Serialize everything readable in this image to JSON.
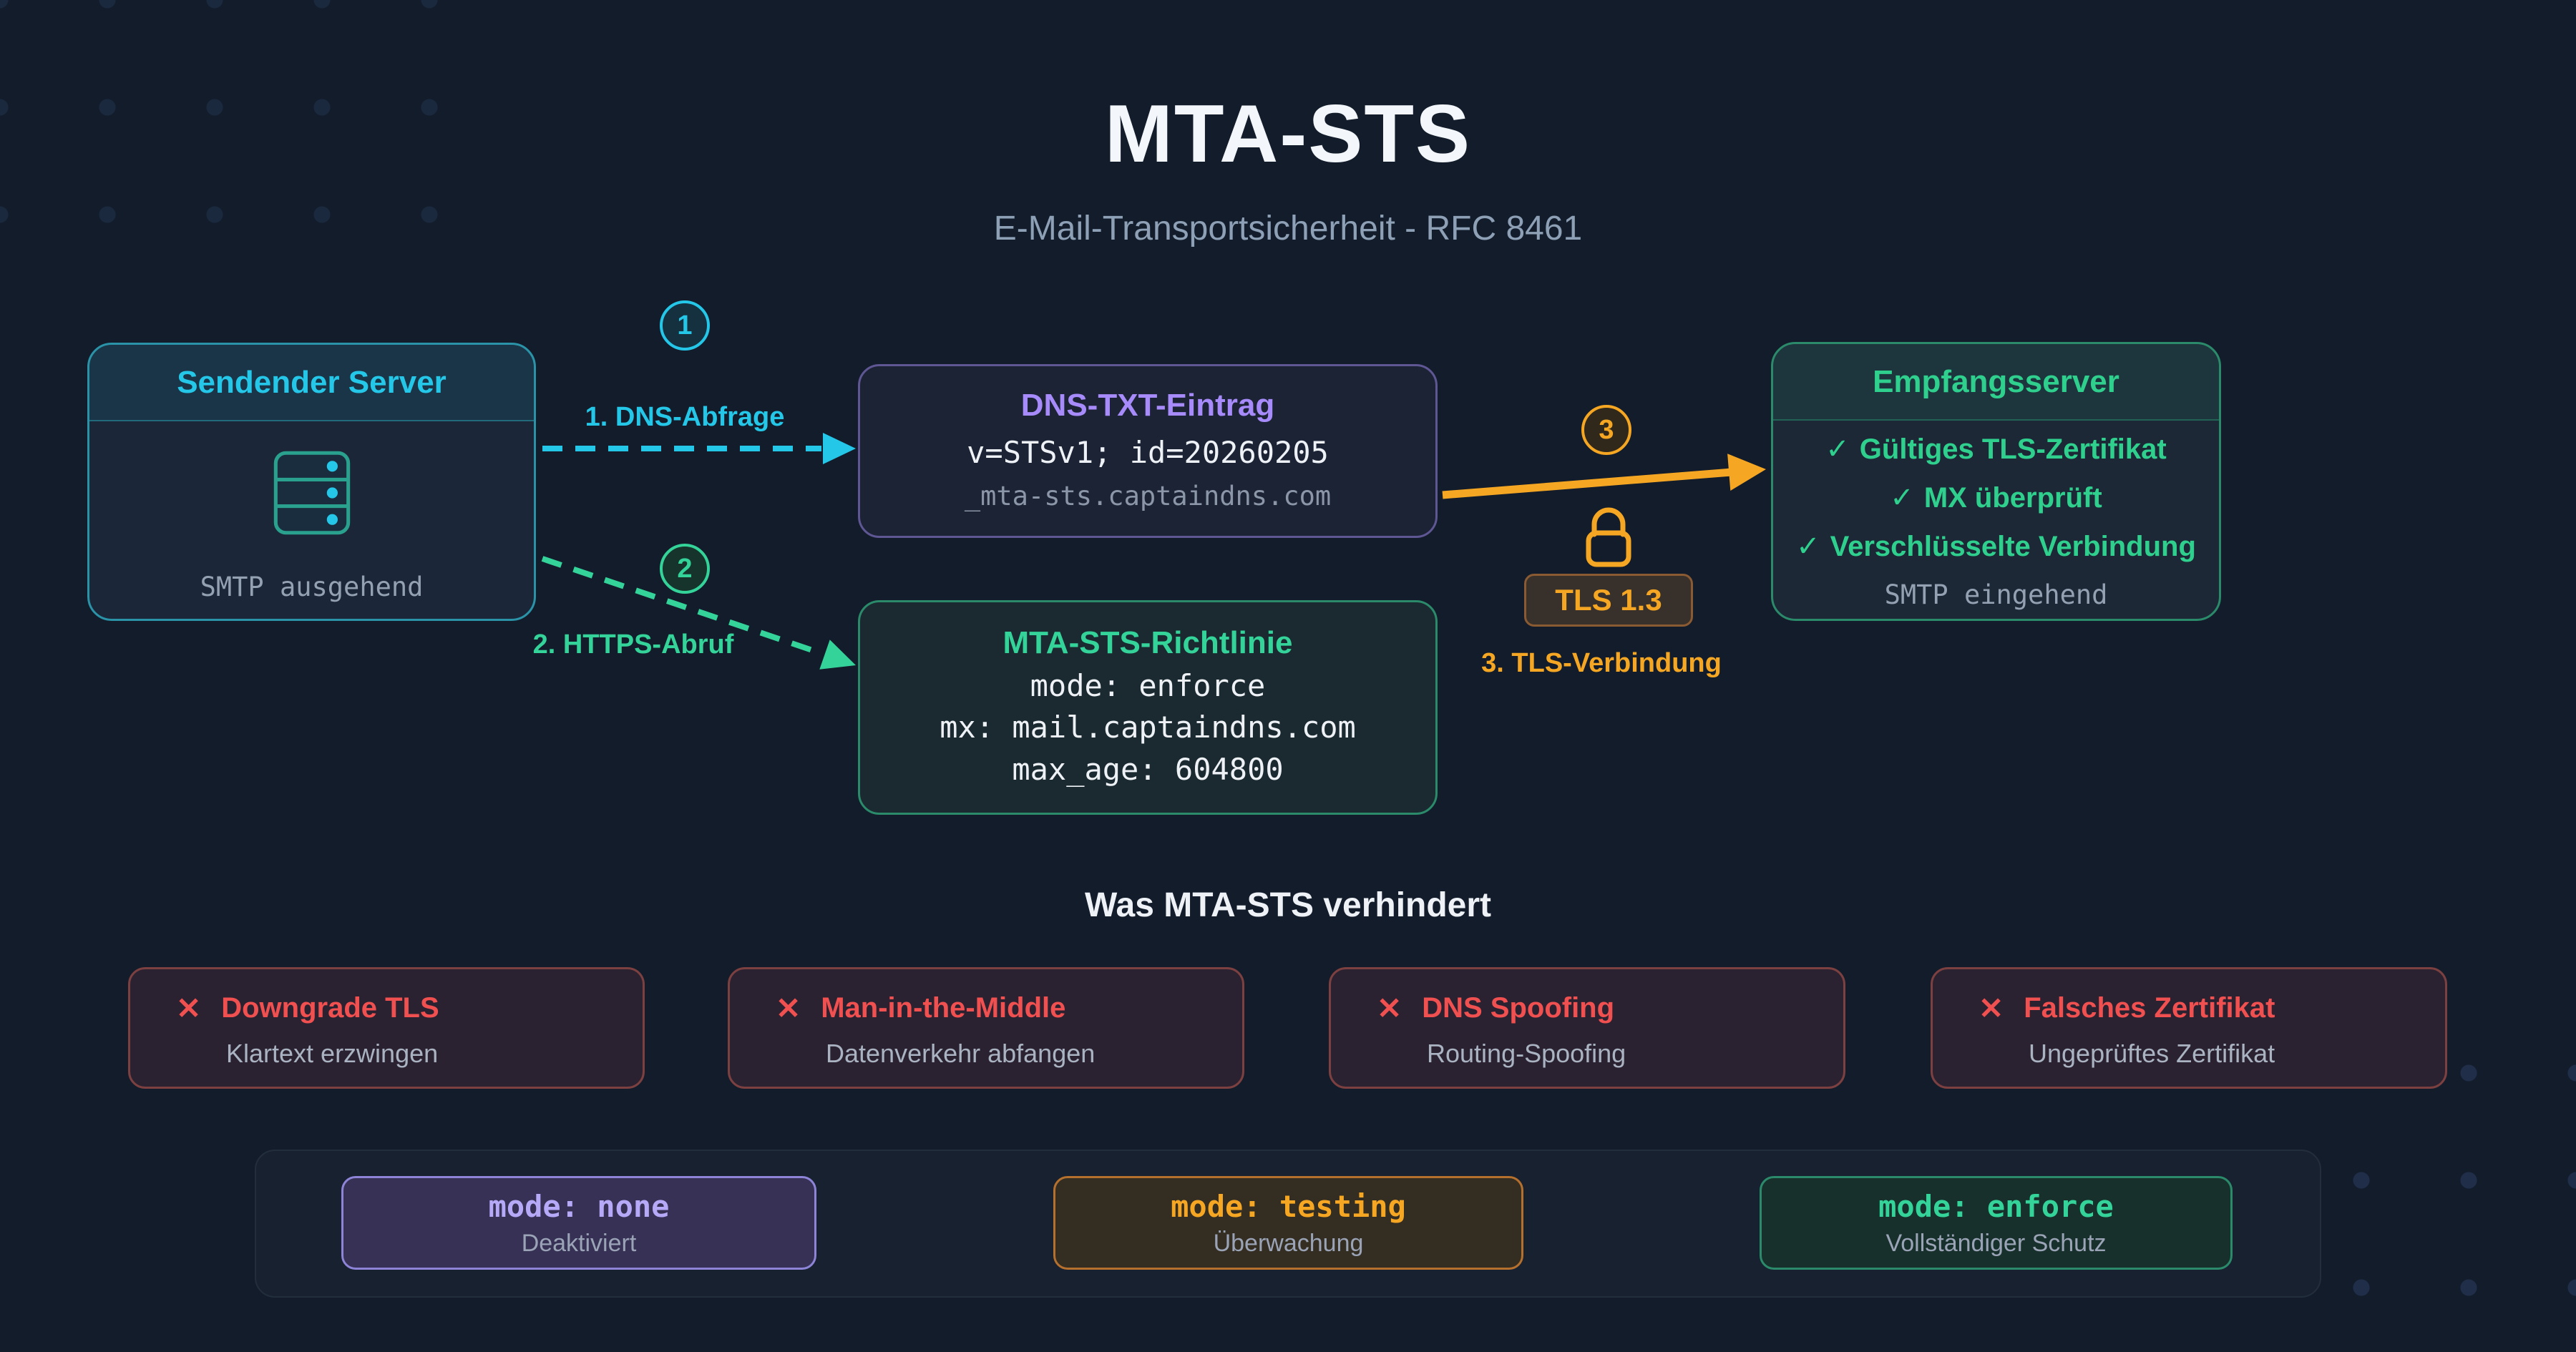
{
  "title": "MTA-STS",
  "subtitle": "E-Mail-Transportsicherheit - RFC 8461",
  "flow": {
    "sender": {
      "title": "Sendender Server",
      "caption": "SMTP ausgehend"
    },
    "dns": {
      "title": "DNS-TXT-Eintrag",
      "record": "v=STSv1; id=20260205",
      "host": "_mta-sts.captaindns.com"
    },
    "policy": {
      "title": "MTA-STS-Richtlinie",
      "lines": [
        "mode: enforce",
        "mx: mail.captaindns.com",
        "max_age: 604800"
      ]
    },
    "receiver": {
      "title": "Empfangsserver",
      "check_mark": "✓",
      "checks": [
        "Gültiges TLS-Zertifikat",
        "MX überprüft",
        "Verschlüsselte Verbindung"
      ],
      "caption": "SMTP eingehend"
    },
    "steps": [
      {
        "num": "1",
        "label": "1. DNS-Abfrage"
      },
      {
        "num": "2",
        "label": "2. HTTPS-Abruf"
      },
      {
        "num": "3",
        "label": "3. TLS-Verbindung"
      }
    ],
    "tls_badge": "TLS 1.3"
  },
  "threats": {
    "heading": "Was MTA-STS verhindert",
    "x_mark": "✕",
    "items": [
      {
        "title": "Downgrade TLS",
        "desc": "Klartext erzwingen"
      },
      {
        "title": "Man-in-the-Middle",
        "desc": "Datenverkehr abfangen"
      },
      {
        "title": "DNS Spoofing",
        "desc": "Routing-Spoofing"
      },
      {
        "title": "Falsches Zertifikat",
        "desc": "Ungeprüftes Zertifikat"
      }
    ]
  },
  "modes": {
    "items": [
      {
        "code": "mode: none",
        "label": "Deaktiviert"
      },
      {
        "code": "mode: testing",
        "label": "Überwachung"
      },
      {
        "code": "mode: enforce",
        "label": "Vollständiger Schutz"
      }
    ]
  },
  "colors": {
    "background": "#121c2b",
    "cyan": "#25c7e8",
    "green": "#34d399",
    "orange": "#f5a623",
    "purple": "#a78bfa",
    "red": "#f05050"
  }
}
